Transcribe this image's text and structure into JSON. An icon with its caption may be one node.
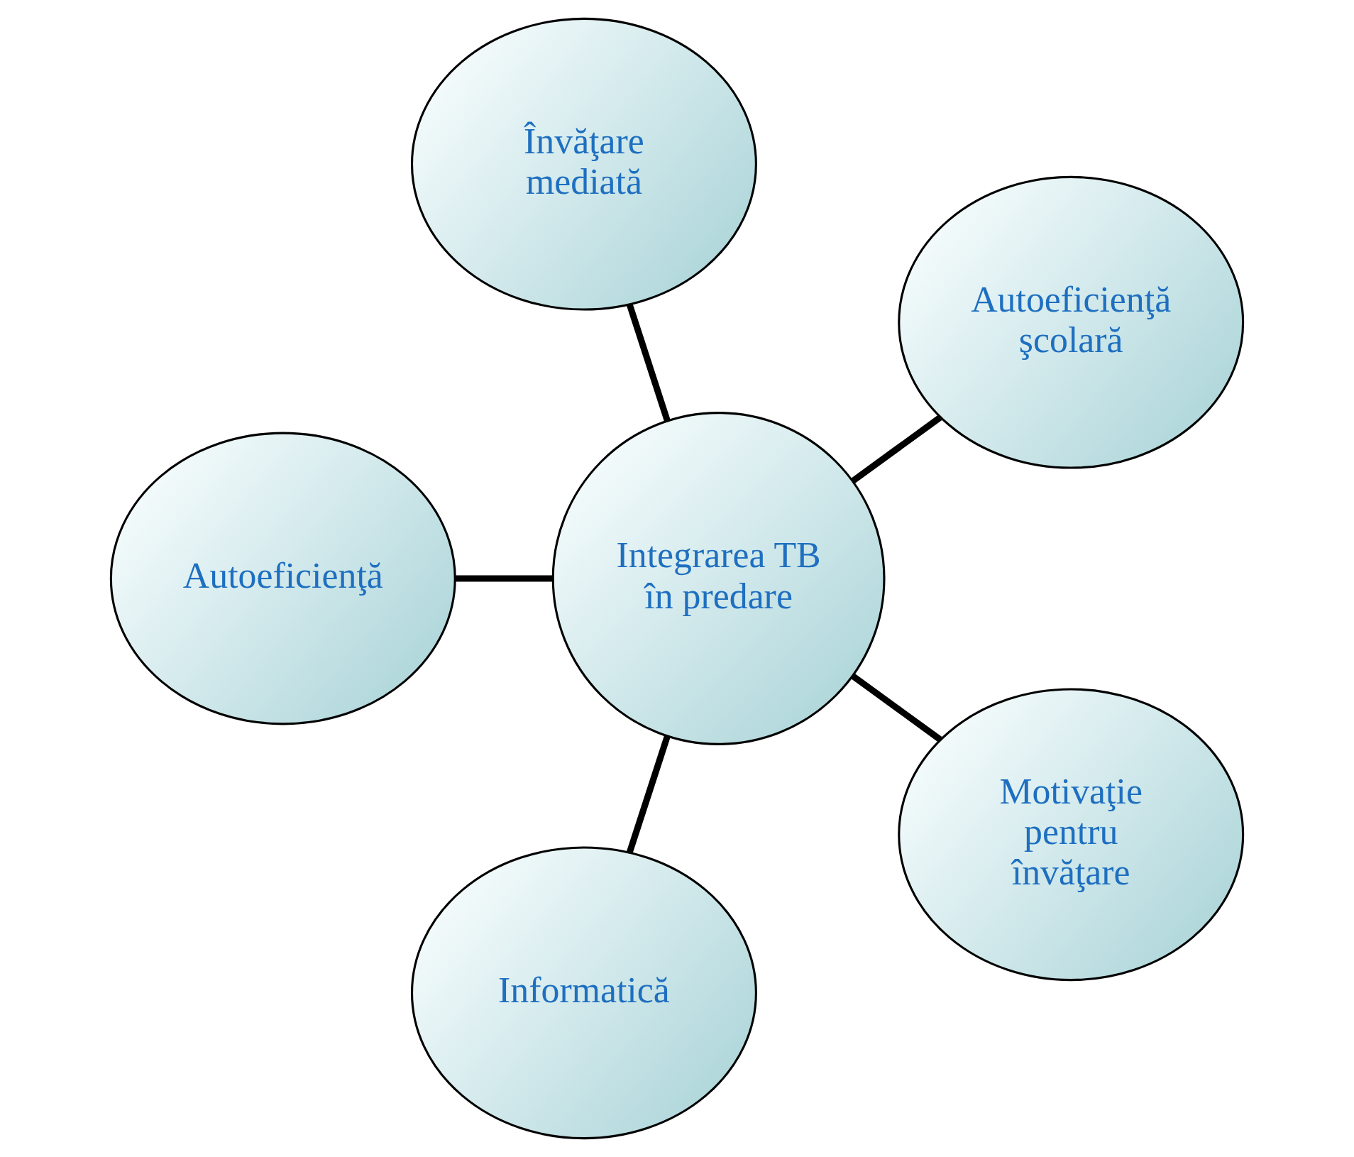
{
  "diagram": {
    "nodes": [
      {
        "text": [
          "Autoeficienţă şcolară"
        ]
      },
      {
        "text": [
          "Învăţare mediată"
        ]
      },
      {
        "text": [
          "Autoeficienţă"
        ]
      },
      {
        "text": [
          "Integrarea TB în predare"
        ]
      },
      {
        "text": [
          "Informatică"
        ]
      },
      {
        "text": [
          "Motivaţie pentru învăţare"
        ]
      }
    ],
    "edges": [
      {
        "from": 3,
        "to": 0,
        "arrow": "none"
      },
      {
        "from": 3,
        "to": 2,
        "arrow": "none"
      },
      {
        "from": 3,
        "to": 5,
        "arrow": "none"
      },
      {
        "from": 3,
        "to": 4,
        "arrow": "none"
      },
      {
        "from": 3,
        "to": 1,
        "arrow": "none"
      }
    ]
  }
}
